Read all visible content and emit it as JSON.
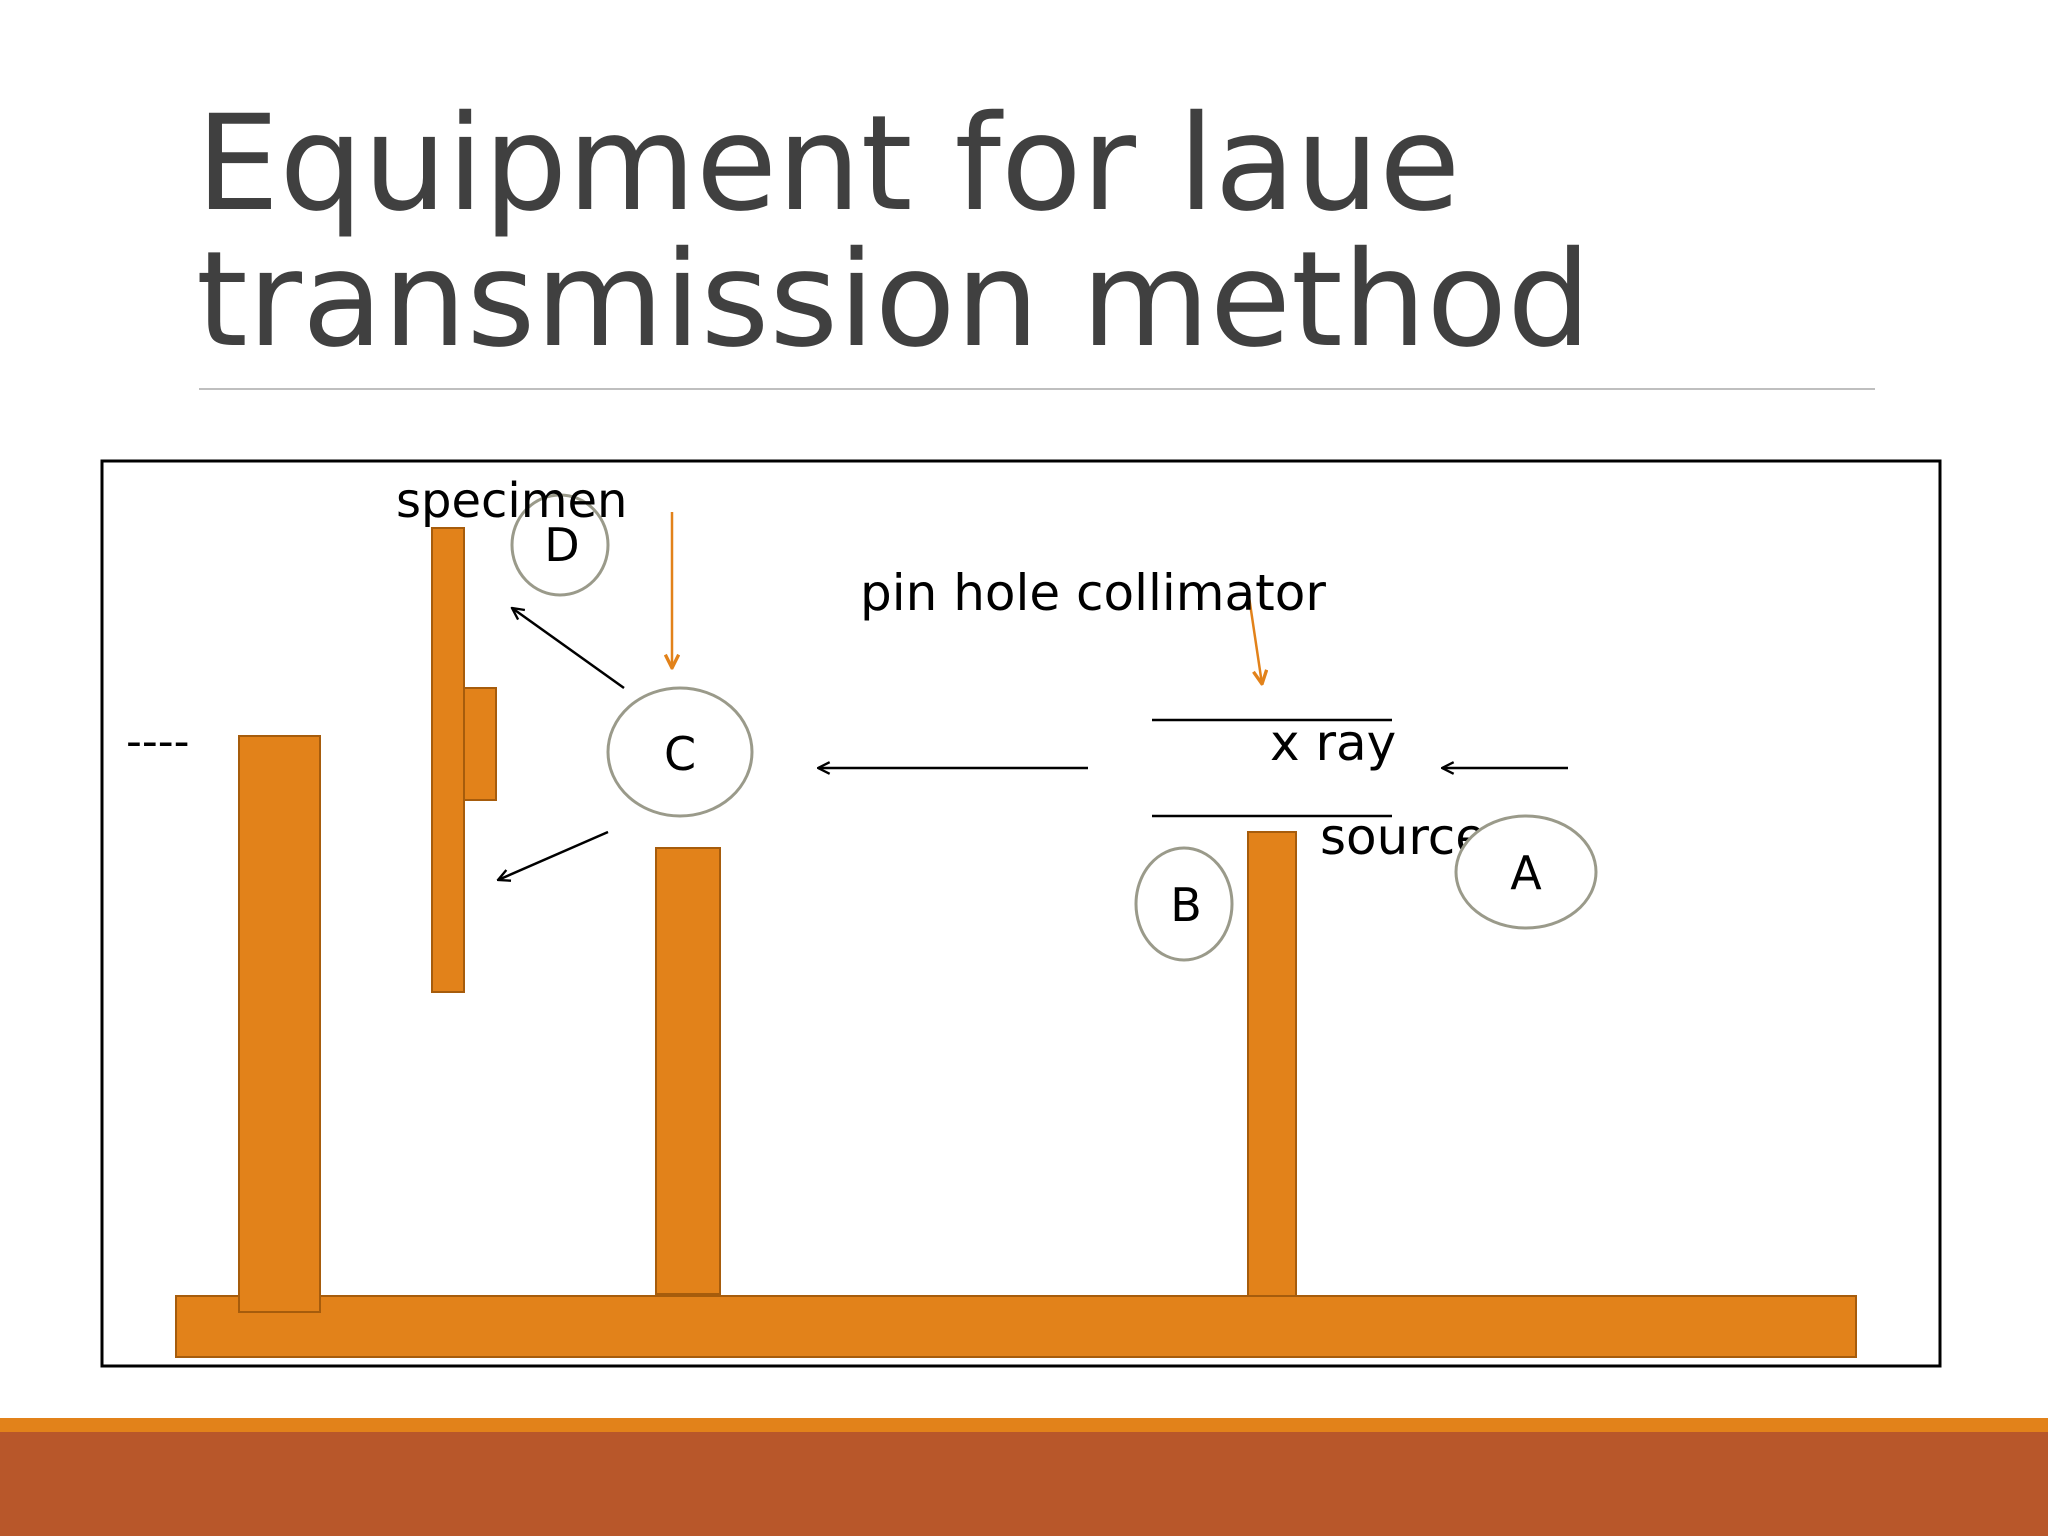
{
  "slide": {
    "title_line1": "Equipment for laue",
    "title_line2": "transmission method"
  },
  "diagram": {
    "labels": {
      "specimen": "specimen",
      "pin_hole_collimator": "pin hole collimator",
      "x_ray": "x ray",
      "source": "source",
      "dashes": "----"
    },
    "markers": {
      "a": "A",
      "b": "B",
      "c": "C",
      "d": "D"
    },
    "colors": {
      "stand_fill": "#e2821a",
      "stand_stroke": "#a65c0c",
      "pointer_arrow": "#e2821a",
      "ray_arrow": "#000000",
      "marker_outline": "#9a9a8a"
    }
  },
  "theme": {
    "title_color": "#404040",
    "footer_accent": "#e2821a",
    "footer_band": "#b8572a"
  }
}
